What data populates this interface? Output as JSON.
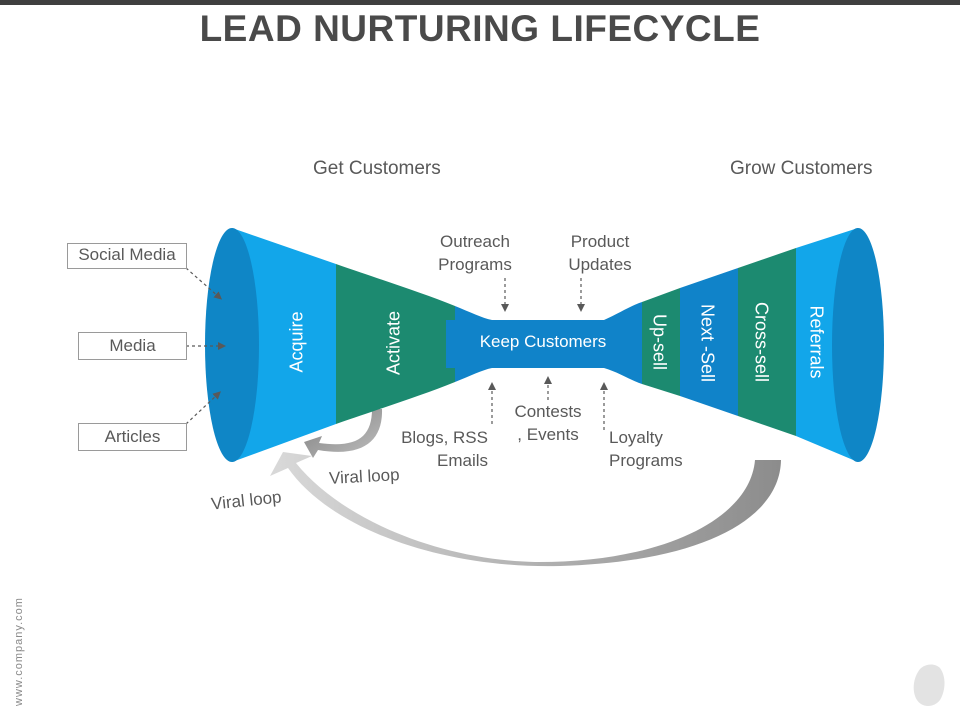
{
  "title": "LEAD NURTURING LIFECYCLE",
  "sections": {
    "get": "Get Customers",
    "grow": "Grow Customers"
  },
  "sources": [
    "Social Media",
    "Media",
    "Articles"
  ],
  "stages": {
    "acquire": "Acquire",
    "activate": "Activate",
    "keep": "Keep Customers",
    "upsell": "Up-sell",
    "nextsell": "Next -Sell",
    "crosssell": "Cross-sell",
    "referrals": "Referrals"
  },
  "inputs_top": {
    "outreach_1": "Outreach",
    "outreach_2": "Programs",
    "product_1": "Product",
    "product_2": "Updates"
  },
  "inputs_bottom": {
    "blogs_1": "Blogs, RSS",
    "blogs_2": "Emails",
    "contests_1": "Contests",
    "contests_2": ", Events",
    "loyalty_1": "Loyalty",
    "loyalty_2": "Programs"
  },
  "loops": {
    "small": "Viral loop",
    "large": "Viral loop"
  },
  "website": "www.company.com",
  "colors": {
    "light_blue": "#12a6ea",
    "dark_blue": "#0f86c6",
    "green": "#1c8a70",
    "center_blue": "#1083c9",
    "text_gray": "#595959",
    "arrow_gray": "#a6a6a6"
  }
}
